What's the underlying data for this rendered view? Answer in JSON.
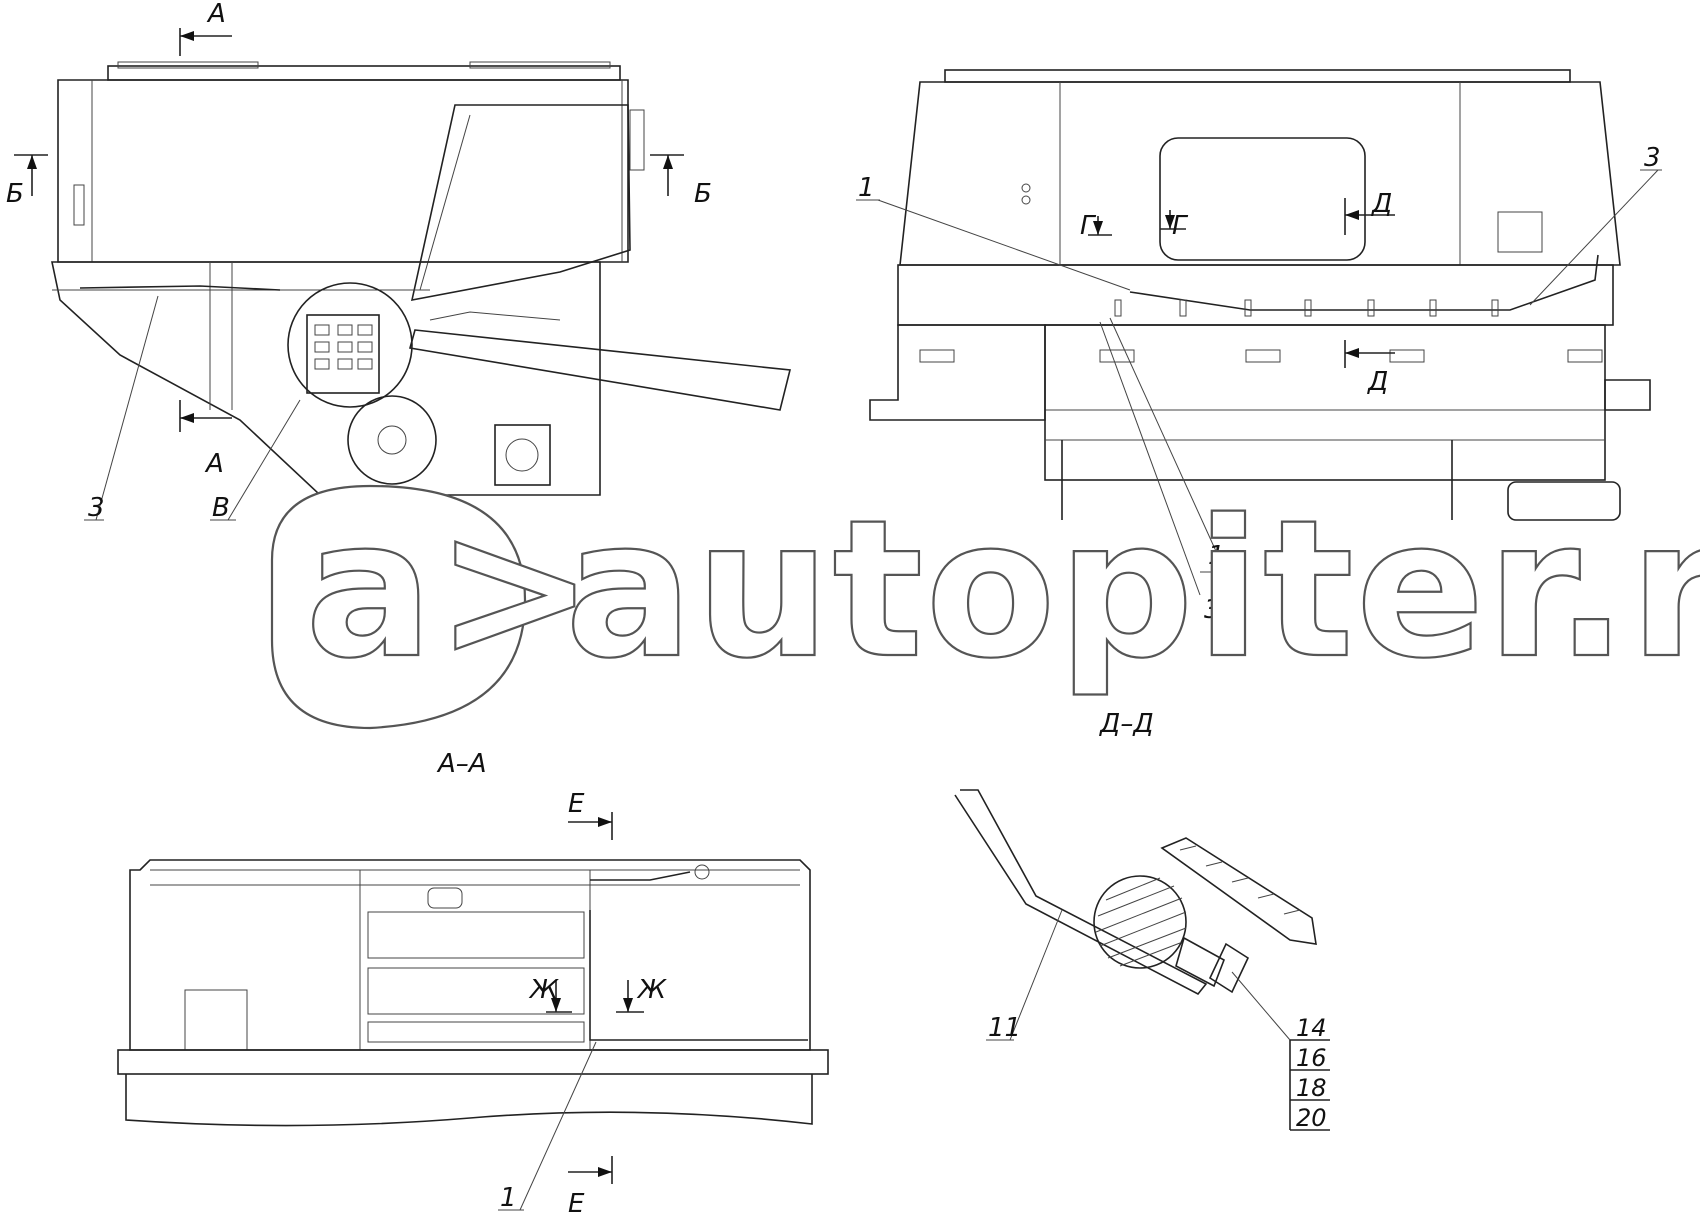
{
  "watermark": {
    "logo_letters": "a>",
    "site": "autopiter.ru"
  },
  "views": {
    "top_left": {
      "section_marks": [
        "А",
        "А",
        "Б",
        "Б"
      ],
      "callouts": [
        "3",
        "В"
      ]
    },
    "top_right": {
      "section_marks": [
        "Г",
        "Г",
        "Д",
        "Д"
      ],
      "callouts": [
        "1",
        "3",
        "1",
        "3"
      ]
    },
    "section_aa": {
      "title": "А–А",
      "section_marks": [
        "Е",
        "Е",
        "Ж",
        "Ж"
      ],
      "callouts": [
        "1"
      ]
    },
    "section_dd": {
      "title": "Д–Д",
      "callouts": [
        "11"
      ],
      "fastener_stack": [
        "14",
        "16",
        "18",
        "20"
      ]
    }
  }
}
